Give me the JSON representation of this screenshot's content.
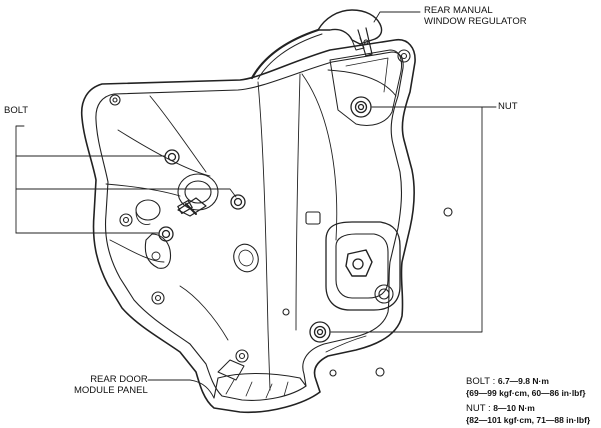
{
  "labels": {
    "regulator_line1": "REAR MANUAL",
    "regulator_line2": "WINDOW REGULATOR",
    "bolt": "BOLT",
    "nut": "NUT",
    "panel_line1": "REAR DOOR",
    "panel_line2": "MODULE PANEL"
  },
  "torque": {
    "bolt": {
      "label": "BOLT",
      "value": "6.7—9.8 N·m",
      "alt": "{69—99 kgf·cm, 60—86 in·lbf}"
    },
    "nut": {
      "label": "NUT",
      "value": "8—10 N·m",
      "alt": "{82—101 kgf·cm, 71—88 in·lbf}"
    }
  }
}
